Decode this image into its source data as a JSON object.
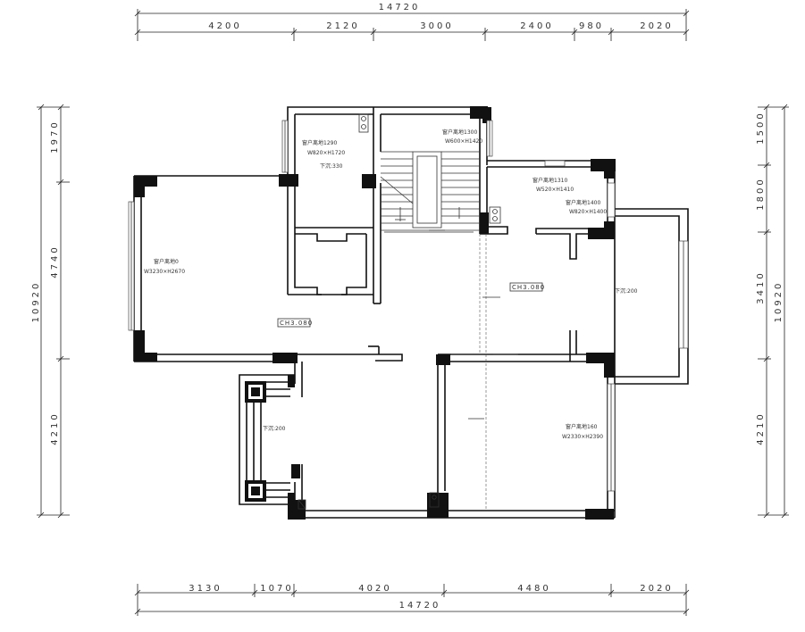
{
  "dimensions": {
    "top_total": "14720",
    "top_segments": [
      "4200",
      "2120",
      "3000",
      "2400",
      "980",
      "2020"
    ],
    "bottom_total": "14720",
    "bottom_segments": [
      "3130",
      "1070",
      "4020",
      "4480",
      "2020"
    ],
    "left_total": "10920",
    "left_segments": [
      "1970",
      "4740",
      "4210"
    ],
    "right_total": "10920",
    "right_segments": [
      "1500",
      "1800",
      "3410",
      "4210"
    ]
  },
  "room_notes": {
    "study_sill": "窗户离地1290",
    "study_window": "W820×H1720",
    "study_drop": "下沉:330",
    "stair_sill": "窗户离地1300",
    "stair_window": "W600×H1420",
    "bath_sill": "窗户离地1310",
    "bath_window": "W520×H1410",
    "kitchen_sill": "窗户离地1400",
    "kitchen_window": "W820×H1400",
    "living_sill": "窗户离地0",
    "living_window": "W3230×H2670",
    "terrace_drop": "下沉:200",
    "balcony_drop": "下沉:200",
    "bedroom_sill": "窗户离地160",
    "bedroom_window": "W2330×H2390"
  },
  "levels": {
    "living_ch": "CH3.080",
    "center_ch": "CH3.080"
  }
}
